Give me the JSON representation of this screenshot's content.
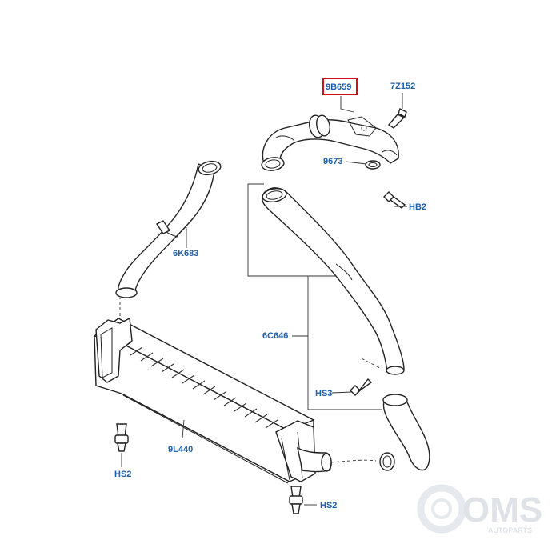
{
  "labels": {
    "part_9b659": "9B659",
    "part_7z152": "7Z152",
    "part_9673": "9673",
    "part_hb2": "HB2",
    "part_6k683": "6K683",
    "part_6c646": "6C646",
    "part_hs3": "HS3",
    "part_9l440": "9L440",
    "part_hs2_left": "HS2",
    "part_hs2_right": "HS2"
  },
  "watermark": {
    "brand": "OMS",
    "tagline": "AUTOPARTS"
  },
  "colors": {
    "label": "#1f5fa8",
    "highlight_box": "#d0101a",
    "line": "#222222",
    "watermark": "#dfe3e8"
  }
}
